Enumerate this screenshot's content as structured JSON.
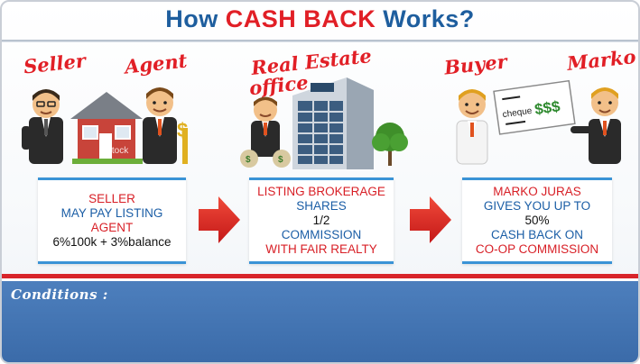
{
  "title": {
    "prefix": "How ",
    "accent": "CASH BACK",
    "suffix": " Works?"
  },
  "roles": {
    "seller": "Seller",
    "agent": "Agent",
    "office_line1": "Real Estate",
    "office_line2": "office",
    "buyer": "Buyer",
    "marko": "Marko"
  },
  "cheque": {
    "word": "cheque",
    "dollars": "$$$"
  },
  "watermark": "iStock",
  "boxes": [
    {
      "lines": [
        {
          "text": "SELLER",
          "style": "red"
        },
        {
          "text": "MAY PAY LISTING",
          "style": "blue"
        },
        {
          "text": "AGENT",
          "style": "red"
        },
        {
          "text": "6%100k + 3%balance",
          "style": "blk"
        }
      ]
    },
    {
      "lines": [
        {
          "text": "LISTING BROKERAGE",
          "style": "red"
        },
        {
          "text": "SHARES",
          "style": "blue"
        },
        {
          "text": "1/2",
          "style": "blk"
        },
        {
          "text": "COMMISSION",
          "style": "blue"
        },
        {
          "text": "WITH FAIR REALTY",
          "style": "red"
        }
      ]
    },
    {
      "lines": [
        {
          "text": "MARKO JURAS",
          "style": "red"
        },
        {
          "text": "GIVES YOU UP TO",
          "style": "blue"
        },
        {
          "text": "50%",
          "style": "blk"
        },
        {
          "text": "CASH BACK ON",
          "style": "blue"
        },
        {
          "text": "CO-OP COMMISSION",
          "style": "red"
        }
      ]
    }
  ],
  "conditions_label": "Conditions :",
  "colors": {
    "accent_red": "#e11f26",
    "title_blue": "#1e5e9e",
    "box_border": "#3a93d6",
    "panel_blue": "#3a6aa8"
  }
}
